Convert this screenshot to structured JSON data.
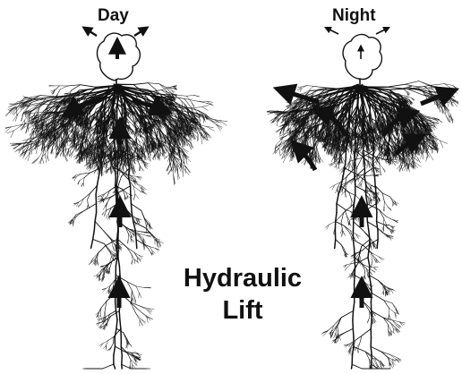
{
  "panels": [
    {
      "id": "day",
      "label": "Day"
    },
    {
      "id": "night",
      "label": "Night"
    }
  ],
  "caption": {
    "line1": "Hydraulic",
    "line2": "Lift"
  },
  "colors": {
    "ink": "#111111",
    "background": "#ffffff"
  }
}
